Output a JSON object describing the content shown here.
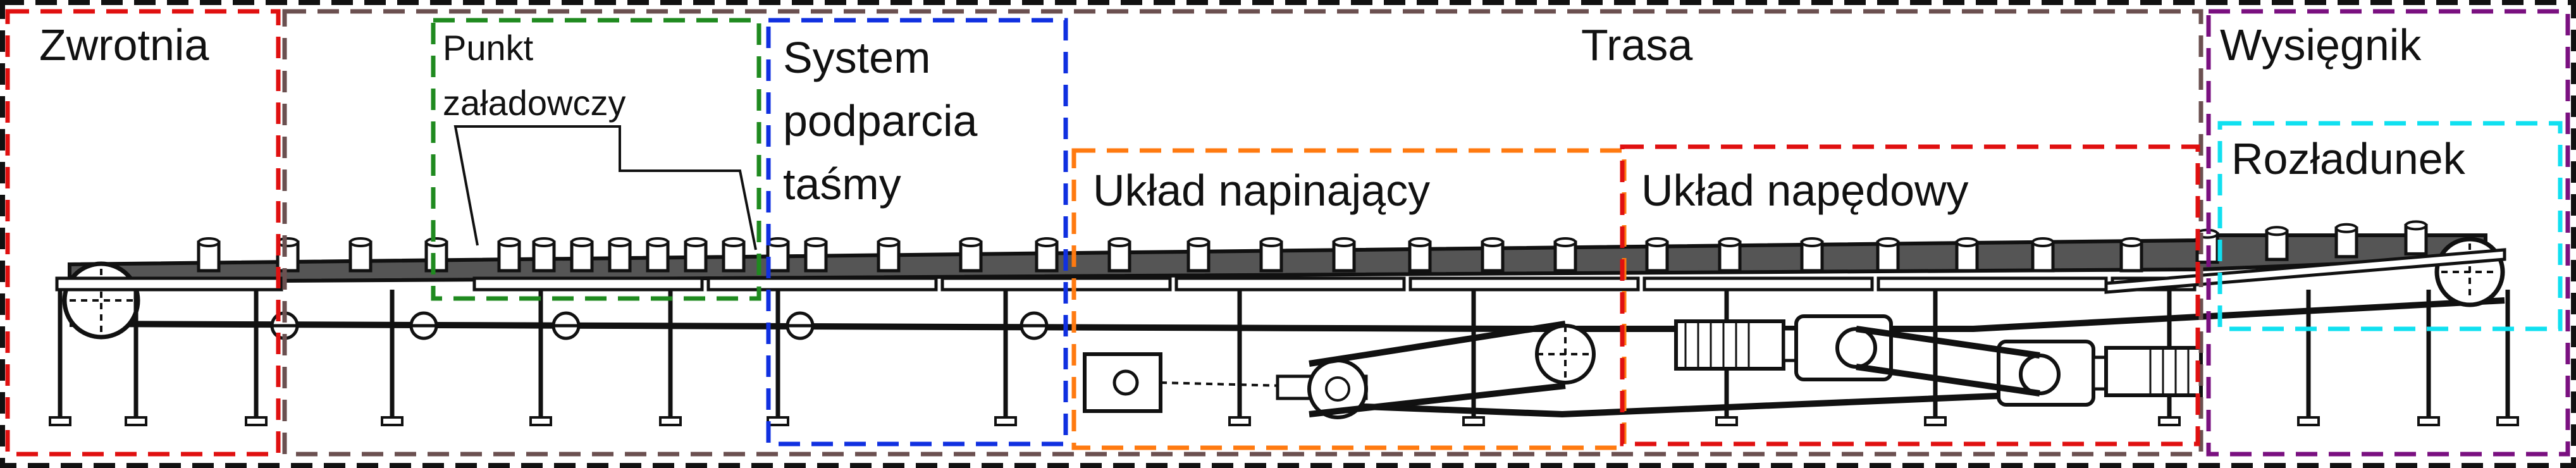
{
  "title": "",
  "sections": {
    "zwrotnia": {
      "label": "Zwrotnia",
      "color": "#e01010"
    },
    "trasa": {
      "label": "Trasa",
      "color": "#6b5050"
    },
    "punkt": {
      "line1": "Punkt",
      "line2": "załadowczy",
      "color": "#1f8a1f"
    },
    "system": {
      "line1": "System",
      "line2": "podparcia",
      "line3": "taśmy",
      "color": "#1030e0"
    },
    "napinajacy": {
      "label": "Układ napinający",
      "color": "#ff7a10"
    },
    "napedowy": {
      "label": "Układ napędowy",
      "color": "#e01010"
    },
    "wysiegnik": {
      "label": "Wysięgnik",
      "color": "#7a1080"
    },
    "rozladunek": {
      "label": "Rozładunek",
      "color": "#10e0f0"
    }
  },
  "outer_border_color": "#111111",
  "belt_color": "#555555"
}
